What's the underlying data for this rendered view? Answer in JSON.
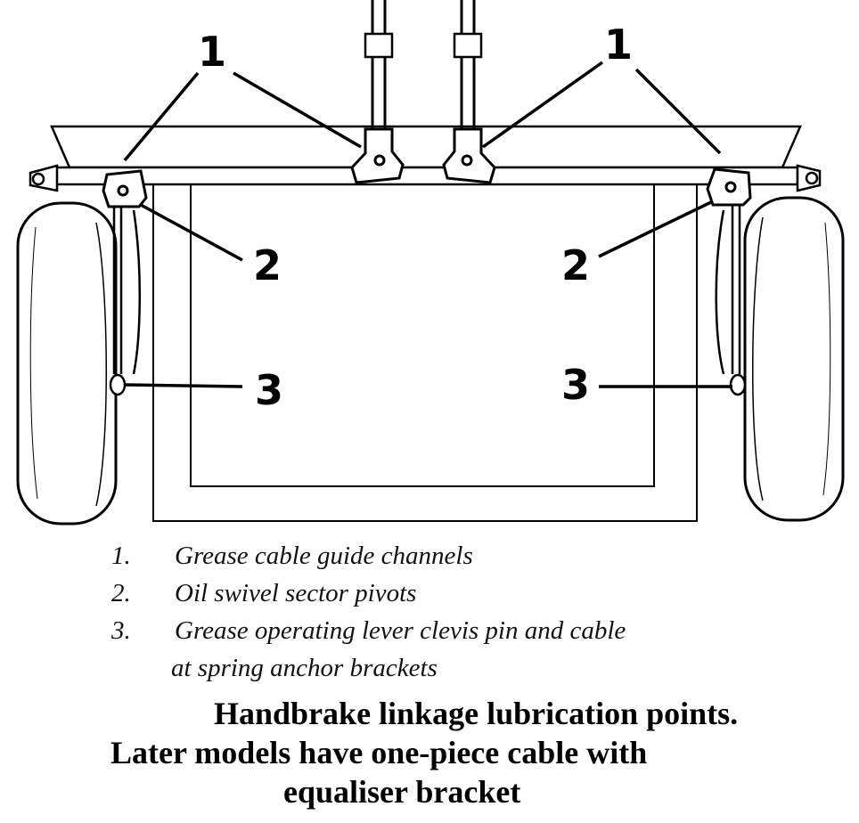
{
  "callouts": {
    "left_1": "1",
    "right_1": "1",
    "left_2": "2",
    "right_2": "2",
    "left_3": "3",
    "right_3": "3"
  },
  "legend": [
    {
      "num": "1.",
      "text": "Grease cable guide channels"
    },
    {
      "num": "2.",
      "text": "Oil swivel sector pivots"
    },
    {
      "num": "3.",
      "text": "Grease operating lever clevis pin and cable"
    }
  ],
  "legend_continuation": "at spring anchor brackets",
  "caption": {
    "line1": "Handbrake linkage lubrication points.",
    "line2": "Later models have one-piece cable with",
    "line3": "equaliser bracket"
  }
}
